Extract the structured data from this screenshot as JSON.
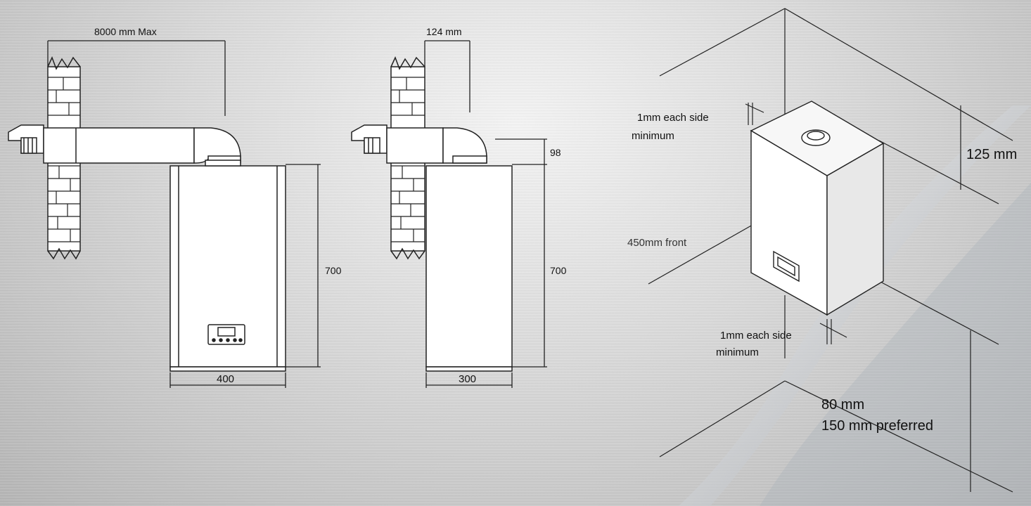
{
  "side_view": {
    "flue_length_label": "8000 mm Max",
    "height_label": "700",
    "width_label": "400"
  },
  "profile_view": {
    "wall_offset_label": "124 mm",
    "top_offset_label": "98",
    "height_label": "700",
    "depth_label": "300"
  },
  "clearance_view": {
    "side_top_line1": "1mm each side",
    "side_top_line2": "minimum",
    "top_clearance": "125 mm",
    "front_clearance": "450mm front",
    "side_bottom_line1": "1mm each side",
    "side_bottom_line2": "minimum",
    "bottom_clearance_line1": "80 mm",
    "bottom_clearance_line2": "150 mm preferred"
  }
}
